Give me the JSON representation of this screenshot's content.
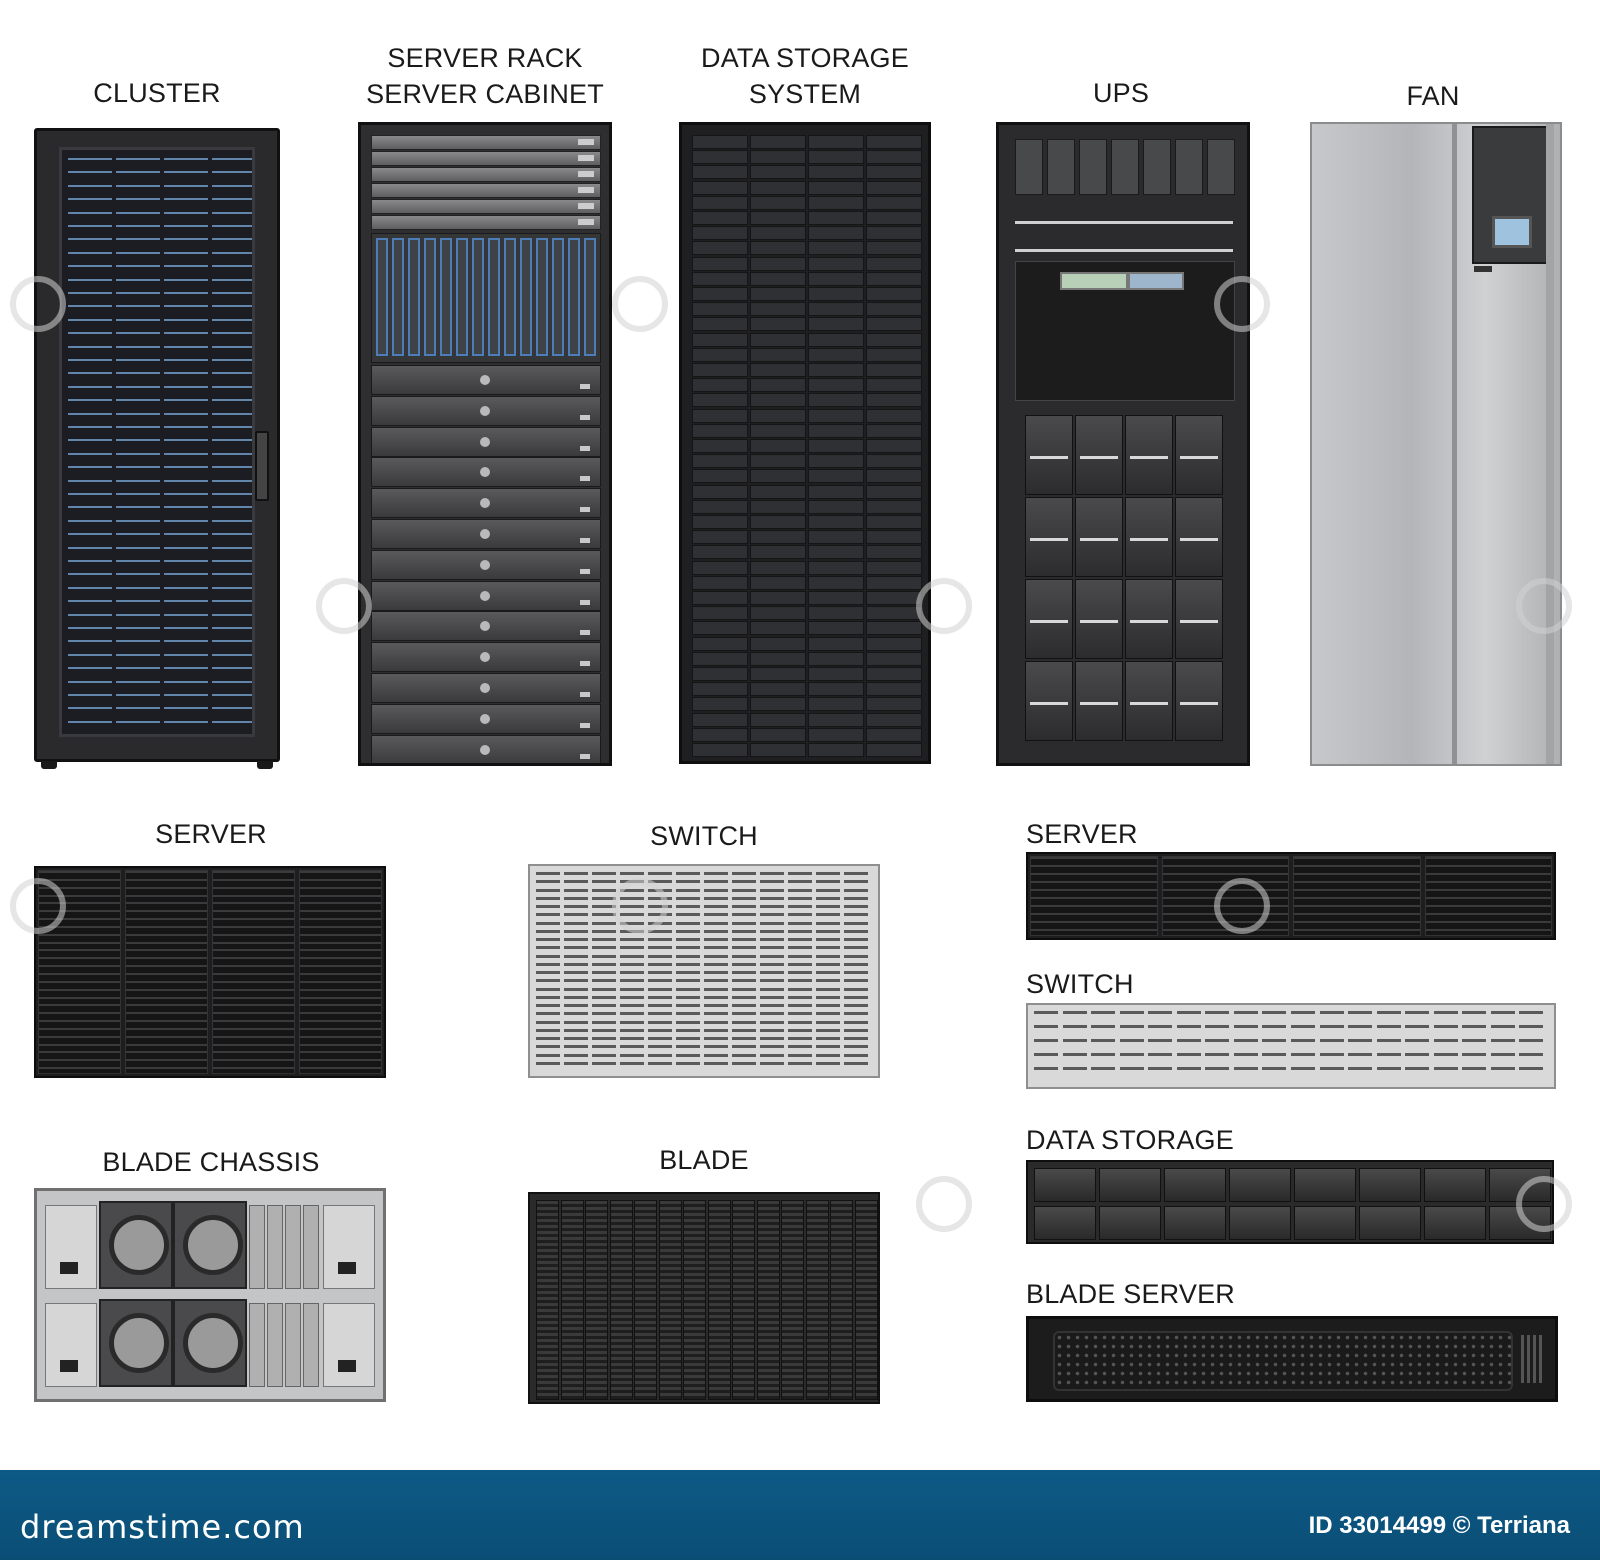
{
  "labels": {
    "cluster": "CLUSTER",
    "rack_line1": "SERVER RACK",
    "rack_line2": "SERVER CABINET",
    "storage_line1": "DATA STORAGE",
    "storage_line2": "SYSTEM",
    "ups": "UPS",
    "fan": "FAN",
    "server_left": "SERVER",
    "switch_mid": "SWITCH",
    "server_right": "SERVER",
    "switch_right": "SWITCH",
    "data_storage_right": "DATA STORAGE",
    "blade_chassis": "BLADE CHASSIS",
    "blade": "BLADE",
    "blade_server": "BLADE SERVER"
  },
  "footer": {
    "brand": "dreamstime.com",
    "id_text": "ID 33014499 © Terriana"
  },
  "colors": {
    "footer_bg": "#0b5480",
    "label_text": "#1a1a1a",
    "device_dark": "#2a2a2c",
    "cluster_led": "#6f98c4",
    "rack_blue": "#4d7db8",
    "fan_silver": "#bfc1c3"
  },
  "icons": {
    "watermark": "dreamstime-spiral-icon",
    "ups_display": "lcd-display-icon",
    "fan_display": "control-screen-icon"
  }
}
